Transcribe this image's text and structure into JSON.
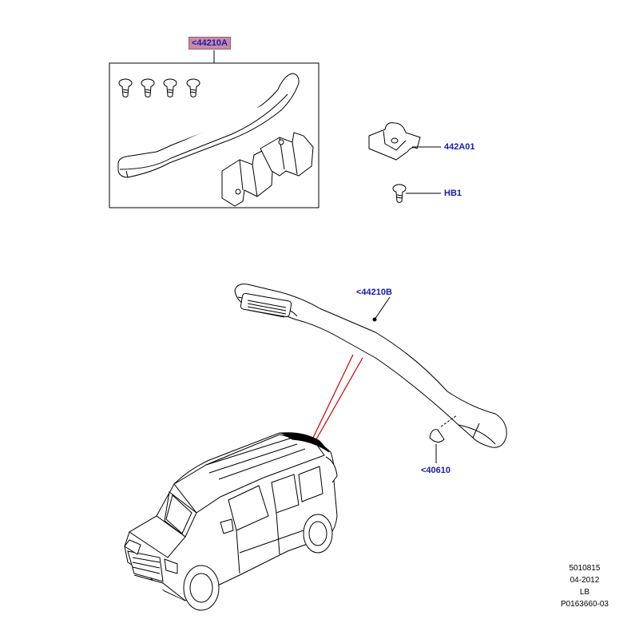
{
  "callouts": {
    "spoiler_kit": "<44210A",
    "spoiler": "<44210B",
    "clip": "442A01",
    "bolt": "HB1",
    "cap": "<40610"
  },
  "info": {
    "line1": "5010815",
    "line2": "04-2012",
    "line3": "LB",
    "line4": "P0163660-03"
  },
  "colors": {
    "callout_text": "#1a1aa6",
    "callout_highlight": "#c98aa6",
    "leader_red": "#cc0000",
    "line_art": "#000000"
  }
}
